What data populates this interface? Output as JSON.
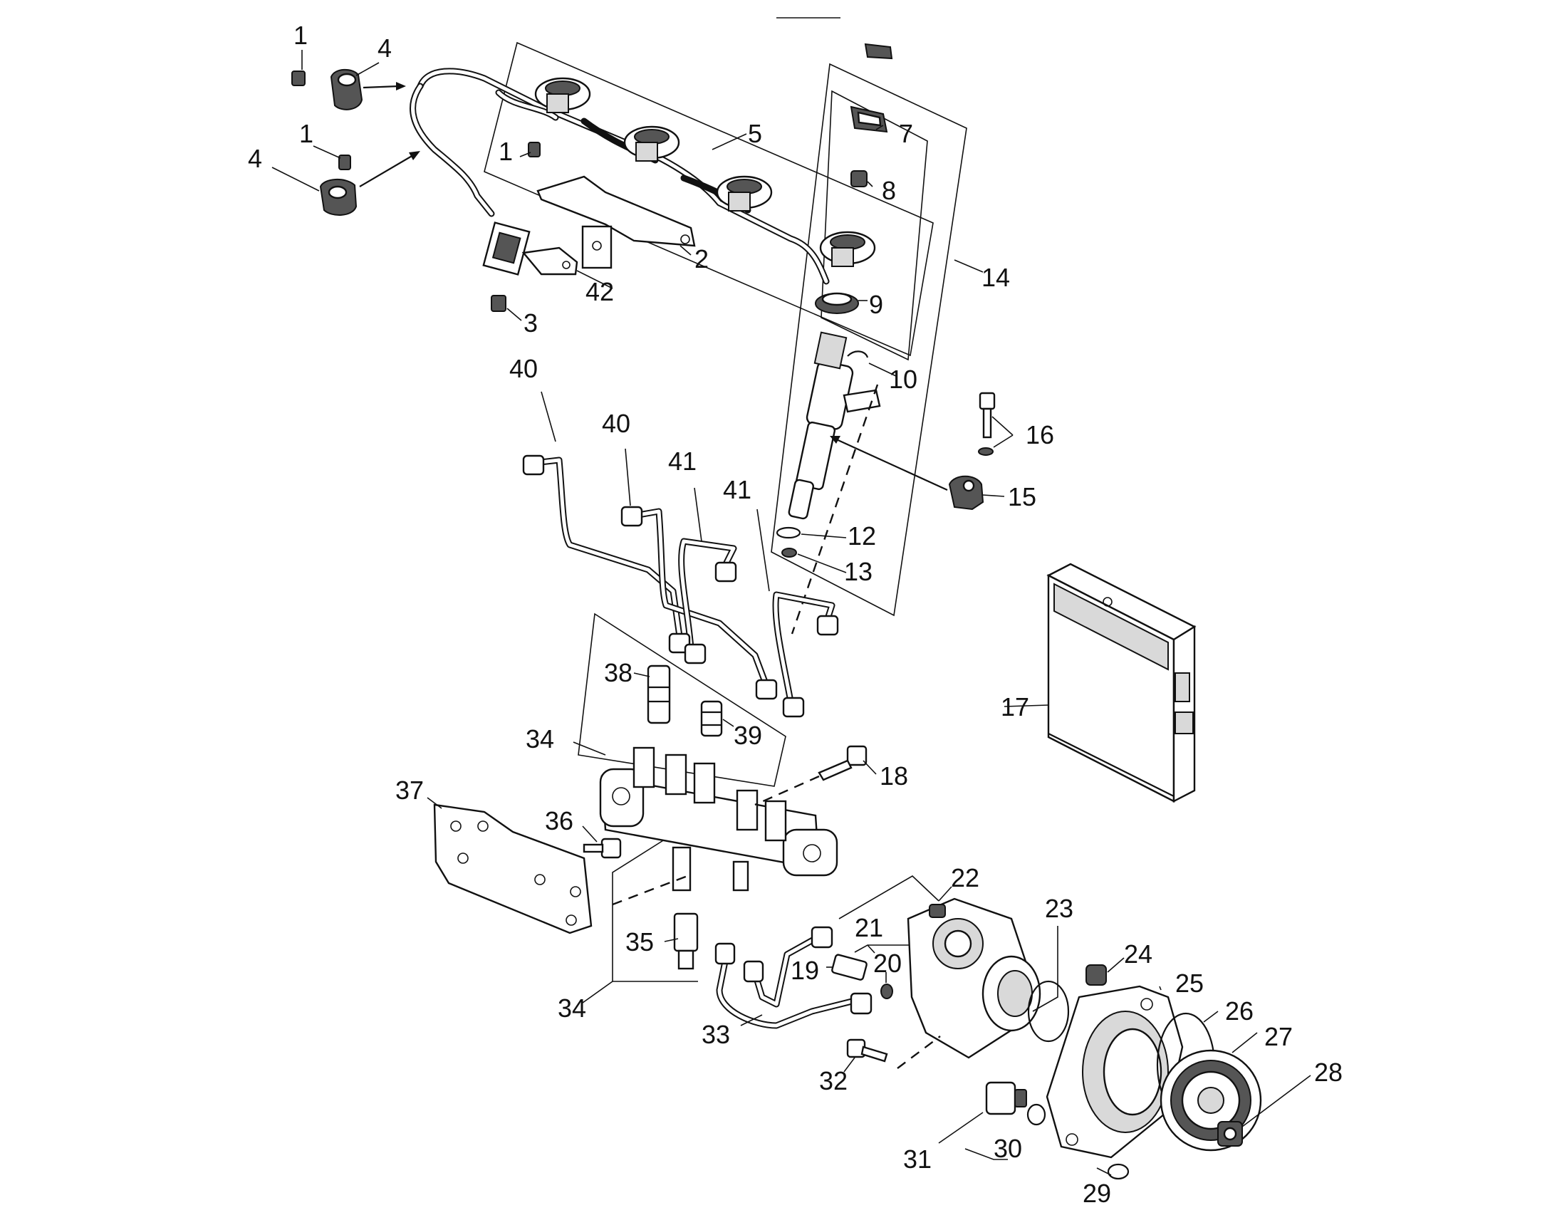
{
  "diagram": {
    "stamp_text": "",
    "parts": [
      {
        "id": "1a",
        "label": "1"
      },
      {
        "id": "4a",
        "label": "4"
      },
      {
        "id": "1b",
        "label": "1"
      },
      {
        "id": "4b",
        "label": "4"
      },
      {
        "id": "1c",
        "label": "1"
      },
      {
        "id": "5",
        "label": "5"
      },
      {
        "id": "7",
        "label": "7"
      },
      {
        "id": "8",
        "label": "8"
      },
      {
        "id": "2",
        "label": "2"
      },
      {
        "id": "14",
        "label": "14"
      },
      {
        "id": "42",
        "label": "42"
      },
      {
        "id": "9",
        "label": "9"
      },
      {
        "id": "3",
        "label": "3"
      },
      {
        "id": "40a",
        "label": "40"
      },
      {
        "id": "10",
        "label": "10"
      },
      {
        "id": "40b",
        "label": "40"
      },
      {
        "id": "16",
        "label": "16"
      },
      {
        "id": "41a",
        "label": "41"
      },
      {
        "id": "41b",
        "label": "41"
      },
      {
        "id": "15",
        "label": "15"
      },
      {
        "id": "12",
        "label": "12"
      },
      {
        "id": "13",
        "label": "13"
      },
      {
        "id": "38",
        "label": "38"
      },
      {
        "id": "17",
        "label": "17"
      },
      {
        "id": "39",
        "label": "39"
      },
      {
        "id": "34a",
        "label": "34"
      },
      {
        "id": "18",
        "label": "18"
      },
      {
        "id": "37",
        "label": "37"
      },
      {
        "id": "36",
        "label": "36"
      },
      {
        "id": "22",
        "label": "22"
      },
      {
        "id": "23",
        "label": "23"
      },
      {
        "id": "21",
        "label": "21"
      },
      {
        "id": "35",
        "label": "35"
      },
      {
        "id": "24",
        "label": "24"
      },
      {
        "id": "19",
        "label": "19"
      },
      {
        "id": "20",
        "label": "20"
      },
      {
        "id": "25",
        "label": "25"
      },
      {
        "id": "26",
        "label": "26"
      },
      {
        "id": "34b",
        "label": "34"
      },
      {
        "id": "27",
        "label": "27"
      },
      {
        "id": "33",
        "label": "33"
      },
      {
        "id": "28",
        "label": "28"
      },
      {
        "id": "32",
        "label": "32"
      },
      {
        "id": "31",
        "label": "31"
      },
      {
        "id": "30",
        "label": "30"
      },
      {
        "id": "29",
        "label": "29"
      }
    ]
  }
}
